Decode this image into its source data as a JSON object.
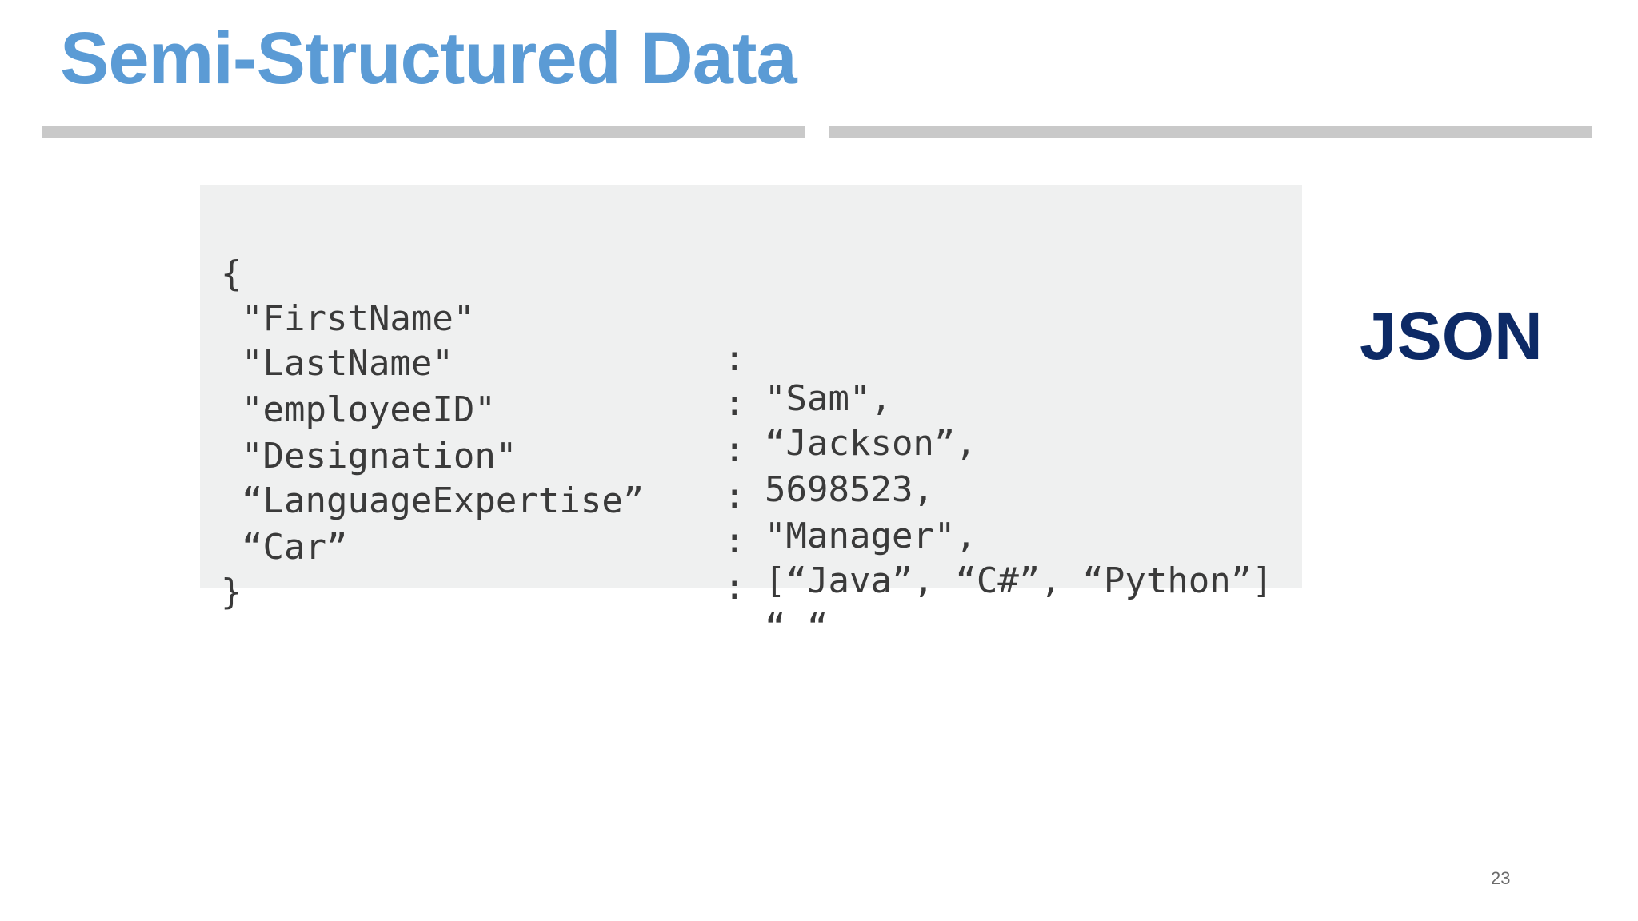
{
  "slide": {
    "title": "Semi-Structured Data",
    "label": "JSON",
    "page_number": "23"
  },
  "code": {
    "open_brace": "{",
    "close_brace": "}",
    "rows": [
      {
        "key": "\"FirstName\"",
        "colon": ":",
        "value": "\"Sam\","
      },
      {
        "key": "\"LastName\"",
        "colon": ":",
        "value": "“Jackson”,"
      },
      {
        "key": "\"employeeID\"",
        "colon": ":",
        "value": "5698523,"
      },
      {
        "key": "\"Designation\"",
        "colon": ":",
        "value": "\"Manager\","
      },
      {
        "key": "“LanguageExpertise”",
        "colon": ":",
        "value": "[“Java”, “C#”, “Python”]"
      },
      {
        "key": "“Car”",
        "colon": ":",
        "value": "“ “"
      }
    ]
  },
  "colors": {
    "title": "#5b9bd5",
    "label": "#0d2a66",
    "panel": "#eff0f0",
    "rule": "#c9c9c9"
  }
}
